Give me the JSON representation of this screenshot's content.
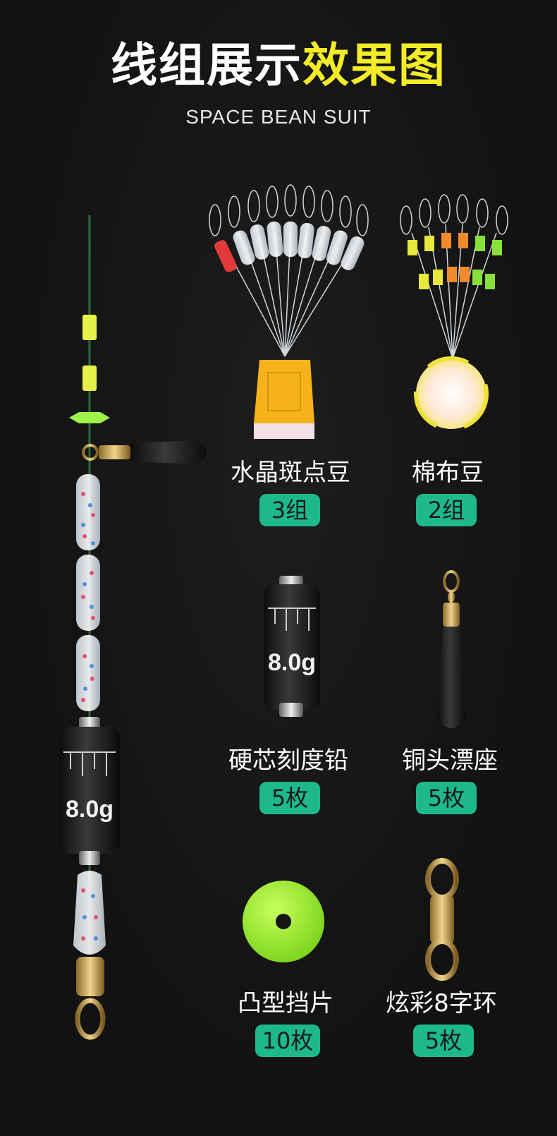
{
  "header": {
    "title_white": "线组展示",
    "title_yellow": "效果图",
    "subtitle": "SPACE BEAN SUIT"
  },
  "products": [
    {
      "name": "水晶斑点豆",
      "qty": "3组",
      "icon": "crystal-bean-set-icon"
    },
    {
      "name": "棉布豆",
      "qty": "2组",
      "icon": "cotton-bean-set-icon"
    },
    {
      "name": "硬芯刻度铅",
      "qty": "5枚",
      "icon": "scale-lead-weight-icon",
      "engraving": "8.0g"
    },
    {
      "name": "铜头漂座",
      "qty": "5枚",
      "icon": "float-seat-icon"
    },
    {
      "name": "凸型挡片",
      "qty": "10枚",
      "icon": "stopper-disc-icon"
    },
    {
      "name": "炫彩8字环",
      "qty": "5枚",
      "icon": "swivel-icon"
    }
  ],
  "rig": {
    "lead_engraving": "8.0g"
  },
  "colors": {
    "accent_yellow": "#f3ec27",
    "badge_green": "#1db98a",
    "background": "#141414"
  }
}
